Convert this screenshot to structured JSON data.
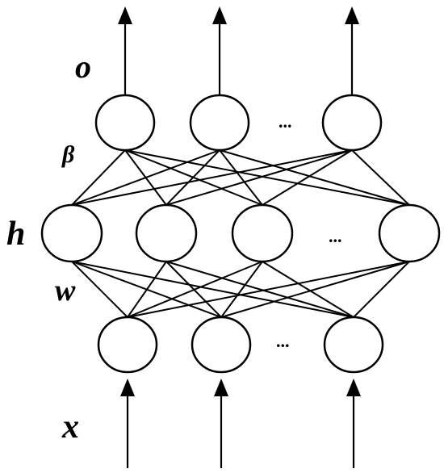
{
  "diagram": {
    "labels": {
      "output": "o",
      "beta": "β",
      "hidden": "h",
      "weight": "w",
      "input": "x"
    },
    "ellipsis": "...",
    "layers": {
      "output": {
        "nodes": 3,
        "has_ellipsis": true
      },
      "hidden": {
        "nodes": 4,
        "has_ellipsis": true
      },
      "input": {
        "nodes": 3,
        "has_ellipsis": true
      }
    },
    "connections": [
      {
        "from": "input",
        "to": "hidden",
        "type": "fully-connected"
      },
      {
        "from": "hidden",
        "to": "output",
        "type": "fully-connected"
      }
    ],
    "colors": {
      "stroke": "#000000",
      "background": "#ffffff"
    }
  }
}
